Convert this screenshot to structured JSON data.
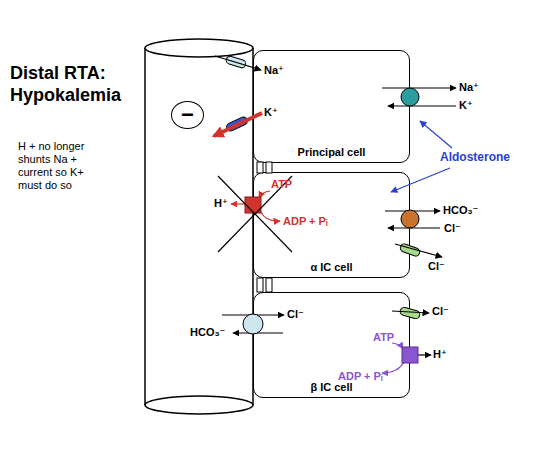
{
  "diagram": {
    "title": "Distal RTA: Hypokalemia",
    "nodes": [
      {
        "text": [
          "−"
        ]
      },
      {
        "text": [
          "Principal cell"
        ]
      },
      {
        "text": [
          "α IC cell"
        ]
      },
      {
        "text": [
          "β IC cell"
        ]
      }
    ],
    "labels": [
      "H + no longer shunts Na + current so K+ must do so",
      "Na⁺",
      "K⁺",
      "Na⁺",
      "K⁺",
      "Aldosterone",
      "ATP",
      "H⁺",
      "ADP + Pᵢ",
      "HCO₃⁻",
      "Cl⁻",
      "Cl⁻",
      "Cl⁻",
      "HCO₃⁻",
      "Cl⁻",
      "ATP",
      "ADP + Pᵢ",
      "H⁺"
    ]
  }
}
